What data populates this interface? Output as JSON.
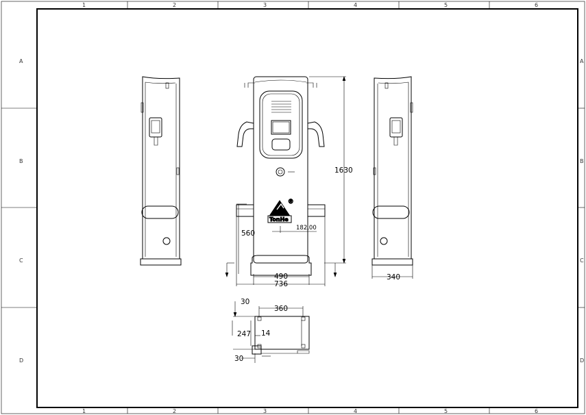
{
  "frame": {
    "columns_top": [
      "1",
      "2",
      "3",
      "4",
      "5",
      "6"
    ],
    "columns_bottom": [
      "1",
      "2",
      "3",
      "4",
      "5",
      "6"
    ],
    "rows_left": [
      "A",
      "B",
      "C",
      "D"
    ],
    "rows_right": [
      "A",
      "B",
      "C",
      "D"
    ]
  },
  "dimensions": {
    "height_total": "1630",
    "height_lower": "560",
    "width_base": "490",
    "width_total": "736",
    "depth_side": "340",
    "offset_logo": "182,00",
    "foot_top": "30",
    "foot_width": "360",
    "foot_depth": "247",
    "foot_inner": "14",
    "foot_bottom": "30"
  },
  "logo": {
    "text": "TonHe",
    "mark": "®"
  }
}
